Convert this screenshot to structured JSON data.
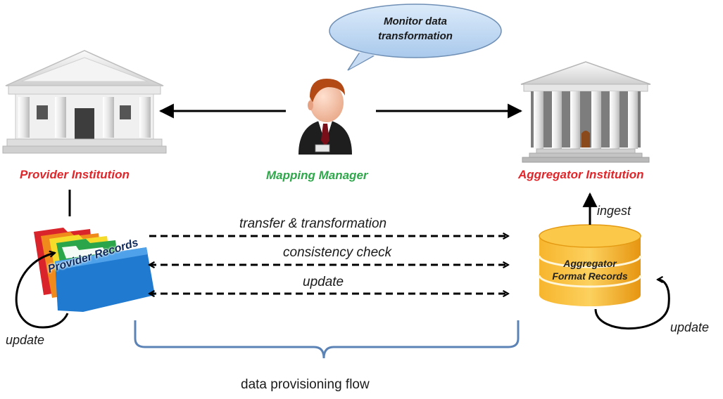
{
  "bubble": {
    "line1": "Monitor data",
    "line2": "transformation"
  },
  "actors": {
    "provider": "Provider Institution",
    "manager": "Mapping Manager",
    "aggregator": "Aggregator Institution"
  },
  "records": {
    "provider": "Provider Records",
    "aggregator_line1": "Aggregator",
    "aggregator_line2": "Format Records"
  },
  "flows": {
    "transfer": "transfer & transformation",
    "consistency": "consistency check",
    "update": "update"
  },
  "loops": {
    "left_update": "update",
    "right_update": "update",
    "ingest": "ingest"
  },
  "footer": {
    "caption": "data provisioning flow"
  },
  "colors": {
    "actor_label": "#e0262a",
    "manager_label": "#2ea84a",
    "brace": "#5b83b6",
    "db": "#f2a21a"
  },
  "icons": [
    "classical-building-icon",
    "manager-person-icon",
    "museum-building-icon",
    "folders-icon",
    "database-icon"
  ]
}
